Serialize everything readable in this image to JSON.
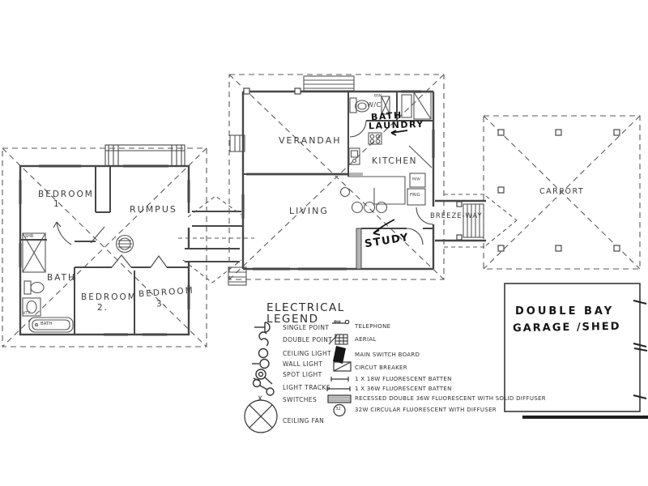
{
  "plan": {
    "left_house": {
      "bedroom1": "BEDROOM",
      "bedroom1_num": "1.",
      "rumpus": "RUMPUS",
      "bath": "BATH",
      "bedroom2": "BEDROOM",
      "bedroom2_num": "2.",
      "bedroom3": "BEDROOM",
      "bedroom3_num": "3.",
      "shower": "SHR",
      "vanity": "VTY",
      "bathtub": "BATH"
    },
    "main_house": {
      "verandah": "VERANDAH",
      "living": "LIVING",
      "kitchen": "KITCHEN",
      "wc": "W/C",
      "basin": "BSN",
      "fridge": "FRIG",
      "appliance": "M/W",
      "breezeway": "BREEZE-WAY",
      "handwritten": {
        "bath": "BATH",
        "laundry": "LAUNDRY",
        "study": "STUDY"
      }
    },
    "carport": "CARPORT",
    "garage_note": {
      "line1": "DOUBLE BAY",
      "line2": "GARAGE /SHED"
    }
  },
  "legend": {
    "title1": "ELECTRICAL",
    "title2": "LEGEND",
    "left_items": [
      {
        "icon": "single-point-icon",
        "label": "SINGLE POINT"
      },
      {
        "icon": "double-point-icon",
        "label": "DOUBLE POINT"
      },
      {
        "icon": "ceiling-light-icon",
        "label": "CEILING LIGHT"
      },
      {
        "icon": "wall-light-icon",
        "label": "WALL LIGHT"
      },
      {
        "icon": "spot-light-icon",
        "label": "SPOT LIGHT"
      },
      {
        "icon": "light-tracks-icon",
        "label": "LIGHT TRACKS"
      },
      {
        "icon": "switches-icon",
        "label": "SWITCHES"
      },
      {
        "icon": "ceiling-fan-icon",
        "label": "CEILING FAN"
      }
    ],
    "right_items": [
      {
        "icon": "telephone-icon",
        "label": "TELEPHONE"
      },
      {
        "icon": "aerial-icon",
        "label": "AERIAL"
      },
      {
        "icon": "main-switch-board-icon",
        "label": "MAIN SWITCH BOARD"
      },
      {
        "icon": "circuit-breaker-icon",
        "label": "CIRCUT BREAKER"
      },
      {
        "icon": "fluoro-batten-18w-icon",
        "label": "1 X 18W FLUORESCENT BATTEN"
      },
      {
        "icon": "fluoro-batten-36w-icon",
        "label": "1 X 36W FLUORESCENT BATTEN"
      },
      {
        "icon": "recessed-fluoro-icon",
        "label": "RECESSED DOUBLE 36W FLUORESCENT WITH SOLID DIFFUSER"
      },
      {
        "icon": "circular-fluoro-icon",
        "label": "32W CIRCULAR FLUORESCENT WITH DIFFUSER"
      }
    ],
    "telephone_glyph": "PH",
    "switches_glyph": "X",
    "circular_value": "32"
  },
  "colors": {
    "paper": "#ffffff",
    "ink": "#474747",
    "roof_dash": "#5a5a5a",
    "window": "#b5b5b5",
    "marker": "#141414"
  }
}
